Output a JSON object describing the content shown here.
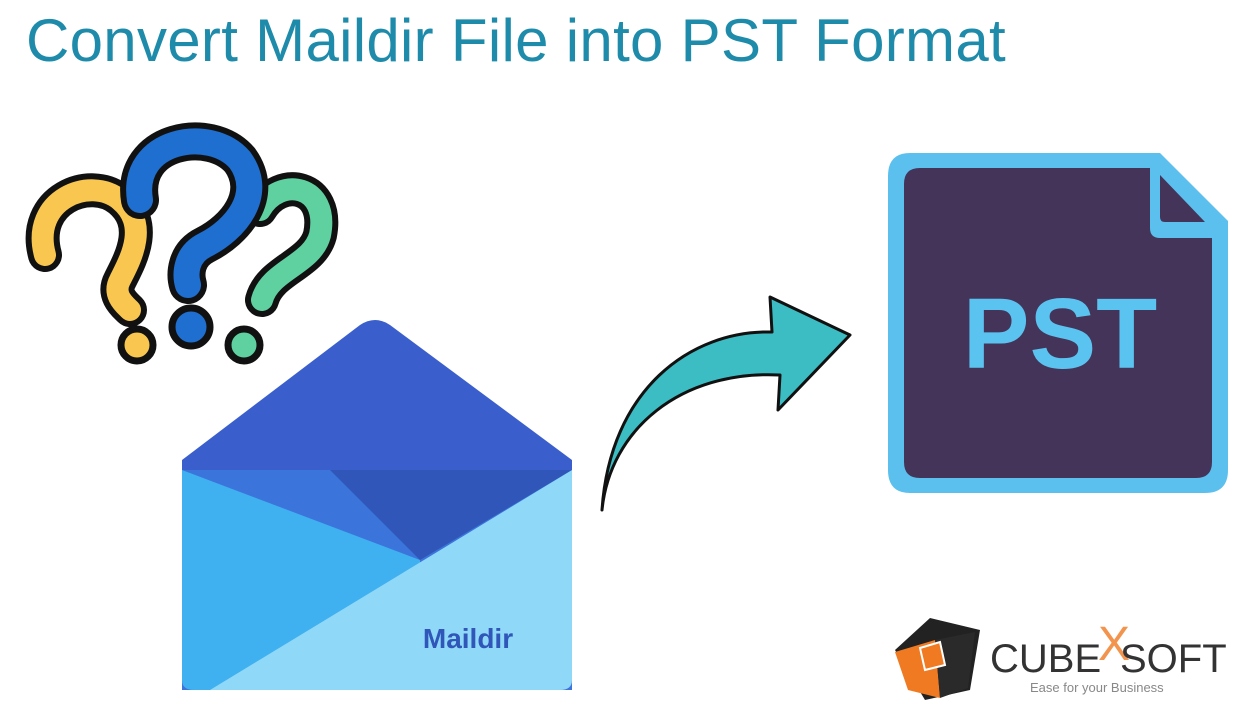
{
  "title": "Convert Maildir File into PST Format",
  "envelope_label": "Maildir",
  "file_label": "PST",
  "logo": {
    "name_a": "CUBE",
    "name_x": "X",
    "name_b": "SOFT",
    "tagline": "Ease for your Business"
  },
  "colors": {
    "title": "#1e8bab",
    "arrow": "#3cbdc4",
    "pst_bg": "#44345a",
    "pst_accent": "#5bc3f0",
    "logo_orange": "#f07a22"
  },
  "icons": [
    "question-marks-icon",
    "envelope-icon",
    "curved-arrow-icon",
    "pst-file-icon",
    "cube-logo-icon"
  ]
}
